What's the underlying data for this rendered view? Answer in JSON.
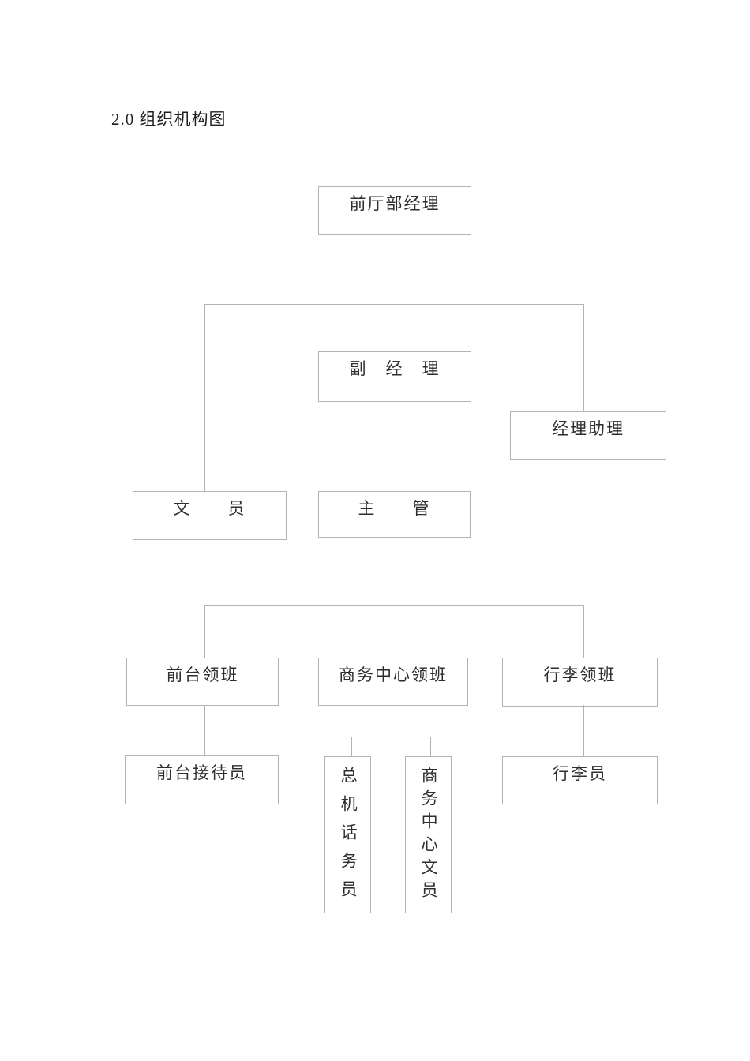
{
  "page": {
    "heading": "2.0 组织机构图",
    "background_color": "#ffffff",
    "line_color": "#b3b3b3",
    "text_color": "#2e2e2e"
  },
  "nodes": {
    "manager": {
      "label": "前厅部经理"
    },
    "deputy": {
      "label": "副　经　理"
    },
    "assistant": {
      "label": "经理助理"
    },
    "clerk": {
      "label": "文　　员"
    },
    "supervisor": {
      "label": "主　　管"
    },
    "fd_foreman": {
      "label": "前台领班"
    },
    "bc_foreman": {
      "label": "商务中心领班"
    },
    "lg_foreman": {
      "label": "行李领班"
    },
    "receptionist": {
      "label": "前台接待员"
    },
    "switchboard": {
      "label": "总机话务员",
      "orientation": "vertical"
    },
    "bc_clerk": {
      "label": "商务中心文员",
      "orientation": "vertical"
    },
    "bellman": {
      "label": "行李员"
    }
  },
  "hierarchy": [
    {
      "parent": "前厅部经理",
      "child": "文员"
    },
    {
      "parent": "前厅部经理",
      "child": "副经理"
    },
    {
      "parent": "前厅部经理",
      "child": "经理助理"
    },
    {
      "parent": "副经理",
      "child": "主管"
    },
    {
      "parent": "主管",
      "child": "前台领班"
    },
    {
      "parent": "主管",
      "child": "商务中心领班"
    },
    {
      "parent": "主管",
      "child": "行李领班"
    },
    {
      "parent": "前台领班",
      "child": "前台接待员"
    },
    {
      "parent": "商务中心领班",
      "child": "总机话务员"
    },
    {
      "parent": "商务中心领班",
      "child": "商务中心文员"
    },
    {
      "parent": "行李领班",
      "child": "行李员"
    }
  ]
}
